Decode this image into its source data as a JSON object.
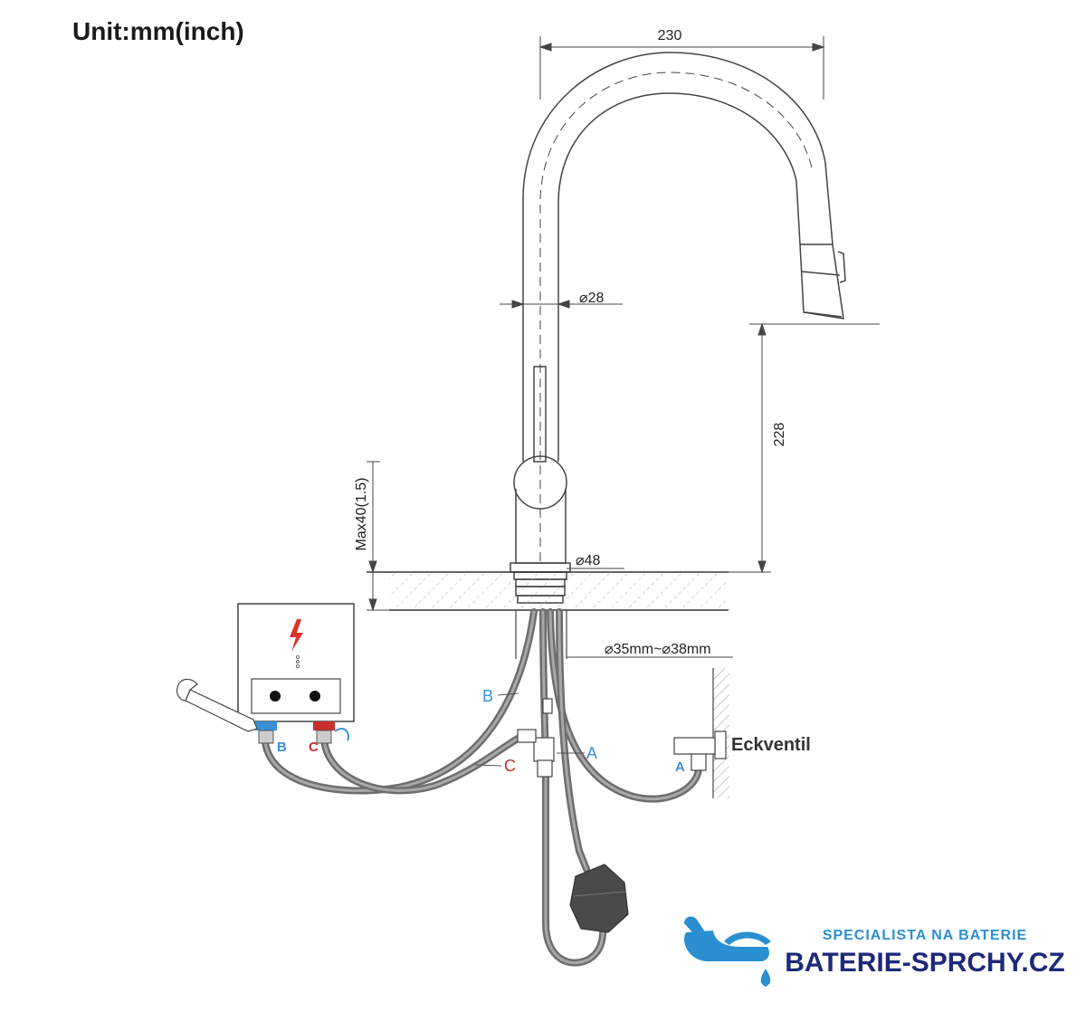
{
  "unit_label": "Unit:mm(inch)",
  "dimensions": {
    "reach": "230",
    "height": "228",
    "spout_diameter": "⌀28",
    "base_diameter": "⌀48",
    "max_thickness": "Max40(1.5)",
    "hole_diameter": "⌀35mm~⌀38mm"
  },
  "connection_labels": {
    "heater_b": "B",
    "heater_c": "C",
    "hose_b": "B",
    "hose_c": "C",
    "hose_a": "A",
    "valve_a": "A"
  },
  "angle_valve_label": "Eckventil",
  "brand": {
    "tagline": "SPECIALISTA NA BATERIE",
    "name": "BATERIE-SPRCHY.CZ"
  },
  "colors": {
    "blue": "#3a8fd6",
    "red": "#c9302c",
    "brand_blue": "#2a8fd0",
    "brand_navy": "#1d2a78",
    "hose": "#6e6e6e"
  }
}
